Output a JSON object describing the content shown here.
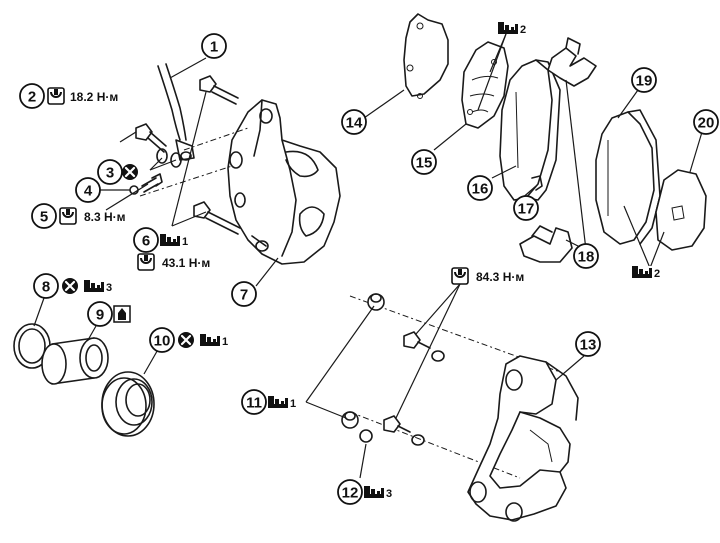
{
  "callouts": [
    {
      "id": "c1",
      "label": "1"
    },
    {
      "id": "c2",
      "label": "2"
    },
    {
      "id": "c3",
      "label": "3"
    },
    {
      "id": "c4",
      "label": "4"
    },
    {
      "id": "c5",
      "label": "5"
    },
    {
      "id": "c6",
      "label": "6"
    },
    {
      "id": "c7",
      "label": "7"
    },
    {
      "id": "c8",
      "label": "8"
    },
    {
      "id": "c9",
      "label": "9"
    },
    {
      "id": "c10",
      "label": "10"
    },
    {
      "id": "c11",
      "label": "11"
    },
    {
      "id": "c12",
      "label": "12"
    },
    {
      "id": "c13",
      "label": "13"
    },
    {
      "id": "c14",
      "label": "14"
    },
    {
      "id": "c15",
      "label": "15"
    },
    {
      "id": "c16",
      "label": "16"
    },
    {
      "id": "c17",
      "label": "17"
    },
    {
      "id": "c18",
      "label": "18"
    },
    {
      "id": "c19",
      "label": "19"
    },
    {
      "id": "c20",
      "label": "20"
    }
  ],
  "torques": {
    "t2": "18.2 Н·м",
    "t5": "8.3 Н·м",
    "t6": "43.1 Н·м",
    "t_top": "84.3 Н·м"
  },
  "grease_types": {
    "g15": "2",
    "g6": "1",
    "g8": "3",
    "g10": "1",
    "g11": "1",
    "g12": "3",
    "g20": "2"
  },
  "symbols": {
    "torque": "torque-wrench-icon",
    "replace": "do-not-reuse-icon",
    "grease": "grease-icon",
    "brake_fluid": "brake-fluid-icon"
  },
  "colors": {
    "ink": "#111111",
    "background": "#ffffff"
  }
}
